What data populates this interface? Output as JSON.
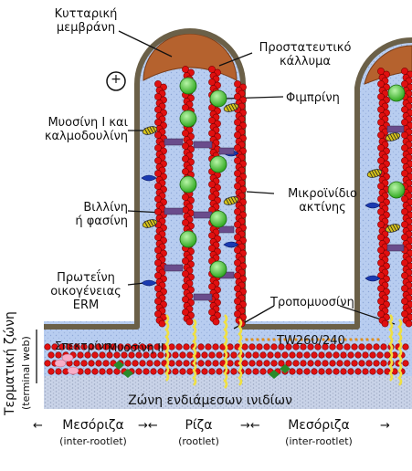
{
  "labels": {
    "cell_membrane": [
      "Κυτταρική",
      "μεμβράνη"
    ],
    "protective_cap": [
      "Προστατευτικό",
      "κάλλυμα"
    ],
    "plus_end": "+",
    "fimbrin": "Φιμπρίνη",
    "myosin_calmodulin": [
      "Μυοσίνη Ι και",
      "καλμοδουλίνη"
    ],
    "villin_fascin": [
      "Βιλλίνη",
      "ή φασίνη"
    ],
    "actin_microfilament": [
      "Μικροϊνίδιο",
      "ακτίνης"
    ],
    "erm_protein": [
      "Πρωτεΐνη",
      "οικογένειας",
      "ERM"
    ],
    "tropomyosin": "Τροπομυοσίνη",
    "tw260": "TW260/240",
    "spectrin": "Σπεκτρίνη",
    "myosin_ii": "Μυοσίνη II",
    "terminal_zone": "Τερματική ζώνη",
    "terminal_web": "(terminal web)",
    "intermediate_filaments": "Ζώνη ενδιάμεσων ινιδίων",
    "bottom_axis": [
      {
        "label": "Μεσόριζα",
        "sub": "(inter-rootlet)"
      },
      {
        "label": "Ρίζα",
        "sub": "(rootlet)"
      },
      {
        "label": "Μεσόριζα",
        "sub": "(inter-rootlet)"
      }
    ]
  },
  "colors": {
    "membrane": "#6b6048",
    "cytoplasm": "#b8cdf0",
    "cap": "#b5622e",
    "actin": "#e01010",
    "fimbrin": "#3ed42e",
    "myosin_i": "#d6c21a",
    "villin": "#6a4c8c",
    "erm": "#1a3ab0",
    "tropomyosin": "#f0e040",
    "spectrin": "#f6aec8",
    "myosin_ii": "#2a8a2a"
  }
}
